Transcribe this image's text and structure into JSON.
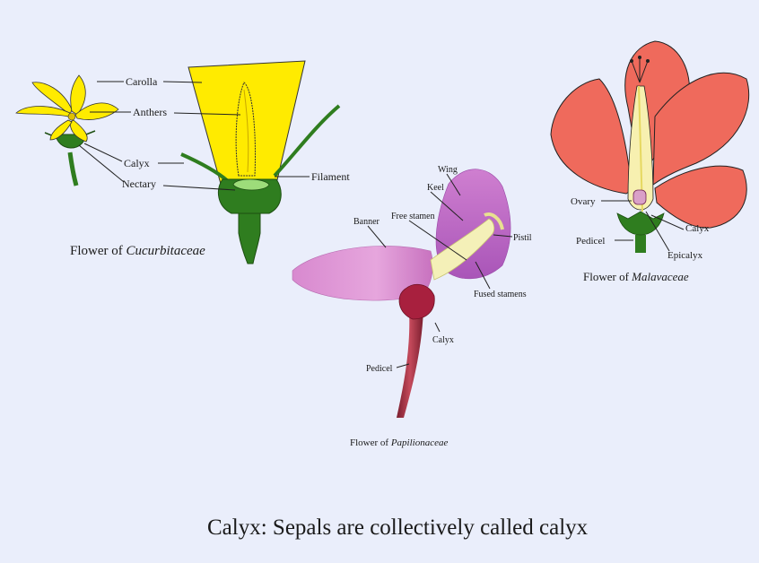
{
  "cucurbitaceae": {
    "labels": {
      "corolla": "Carolla",
      "anthers": "Anthers",
      "calyx": "Calyx",
      "nectary": "Nectary",
      "filament": "Filament"
    },
    "caption_prefix": "Flower of ",
    "caption_name": "Cucurbitaceae"
  },
  "papilionaceae": {
    "labels": {
      "wing": "Wing",
      "keel": "Keel",
      "free_stamen": "Free stamen",
      "banner": "Banner",
      "pistil": "Pistil",
      "fused_stamens": "Fused stamens",
      "calyx": "Calyx",
      "pedicel": "Pedicel"
    },
    "caption_prefix": "Flower of ",
    "caption_name": "Papilionaceae"
  },
  "malvaceae": {
    "labels": {
      "ovary": "Ovary",
      "calyx": "Calyx",
      "pedicel": "Pedicel",
      "epicalyx": "Epicalyx"
    },
    "caption_prefix": "Flower of ",
    "caption_name": "Malavaceae"
  },
  "footer_caption": "Calyx: Sepals are collectively called calyx",
  "colors": {
    "background": "#eaeefb",
    "yellow_petal": "#ffeb00",
    "green": "#2f7d1f",
    "pink_petal": "#d98fd0",
    "red_petal": "#ef6a5c"
  }
}
